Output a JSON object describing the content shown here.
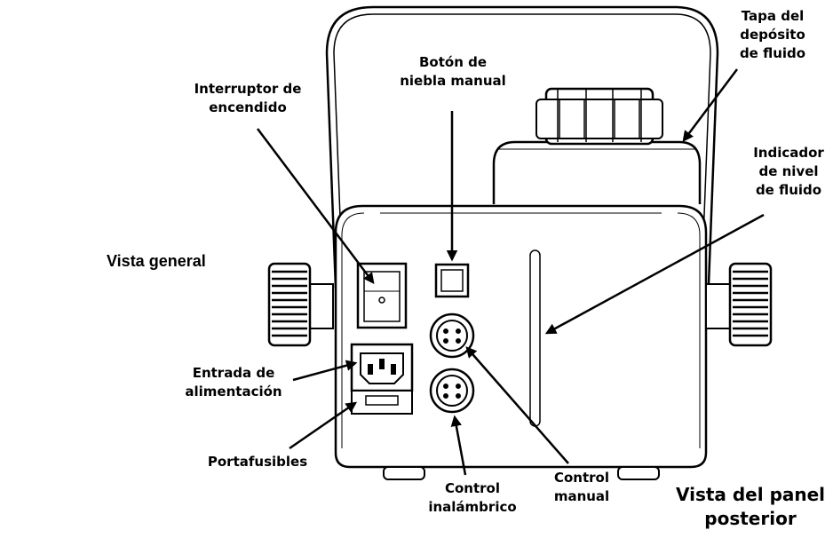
{
  "titles": {
    "overview": "Vista general",
    "rear_panel": [
      "Vista del panel",
      "posterior"
    ]
  },
  "callouts": {
    "power_switch": [
      "Interruptor de",
      "encendido"
    ],
    "manual_fog_button": [
      "Botón de",
      "niebla manual"
    ],
    "tank_cap": [
      "Tapa del",
      "depósito",
      "de fluido"
    ],
    "fluid_level": [
      "Indicador",
      "de nivel",
      "de fluido"
    ],
    "power_input": [
      "Entrada de",
      "alimentación"
    ],
    "fuse_holder": [
      "Portafusibles"
    ],
    "wireless_control": [
      "Control",
      "inalámbrico"
    ],
    "manual_control": [
      "Control",
      "manual"
    ]
  }
}
